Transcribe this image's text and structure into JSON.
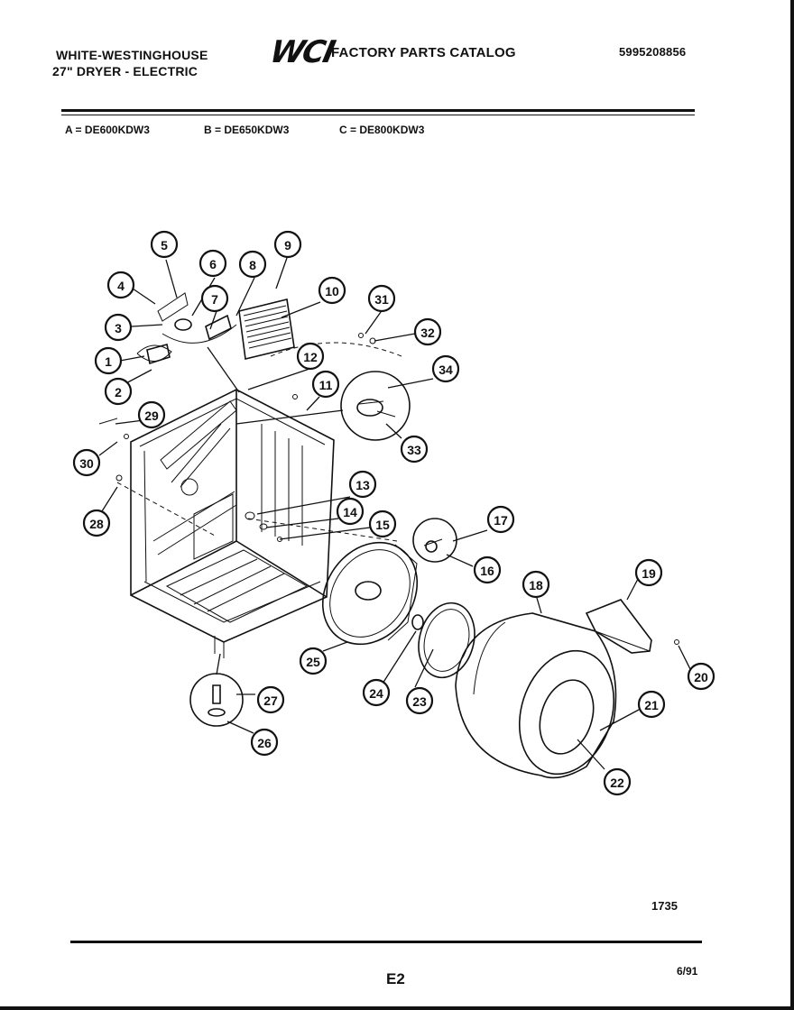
{
  "header": {
    "brand": "WHITE-WESTINGHOUSE",
    "product": "27\" DRYER - ELECTRIC",
    "logo": "WCI",
    "catalog_title": "FACTORY PARTS CATALOG",
    "catalog_number": "5995208856"
  },
  "models": {
    "a": "A = DE600KDW3",
    "b": "B = DE650KDW3",
    "c": "C = DE800KDW3"
  },
  "callouts": [
    "1",
    "2",
    "3",
    "4",
    "5",
    "6",
    "7",
    "8",
    "9",
    "10",
    "11",
    "12",
    "13",
    "14",
    "15",
    "16",
    "17",
    "18",
    "19",
    "20",
    "21",
    "22",
    "23",
    "24",
    "25",
    "26",
    "27",
    "28",
    "29",
    "30",
    "31",
    "32",
    "33",
    "34"
  ],
  "footer": {
    "figure_number": "1735",
    "page_label": "E2",
    "date": "6/91"
  }
}
